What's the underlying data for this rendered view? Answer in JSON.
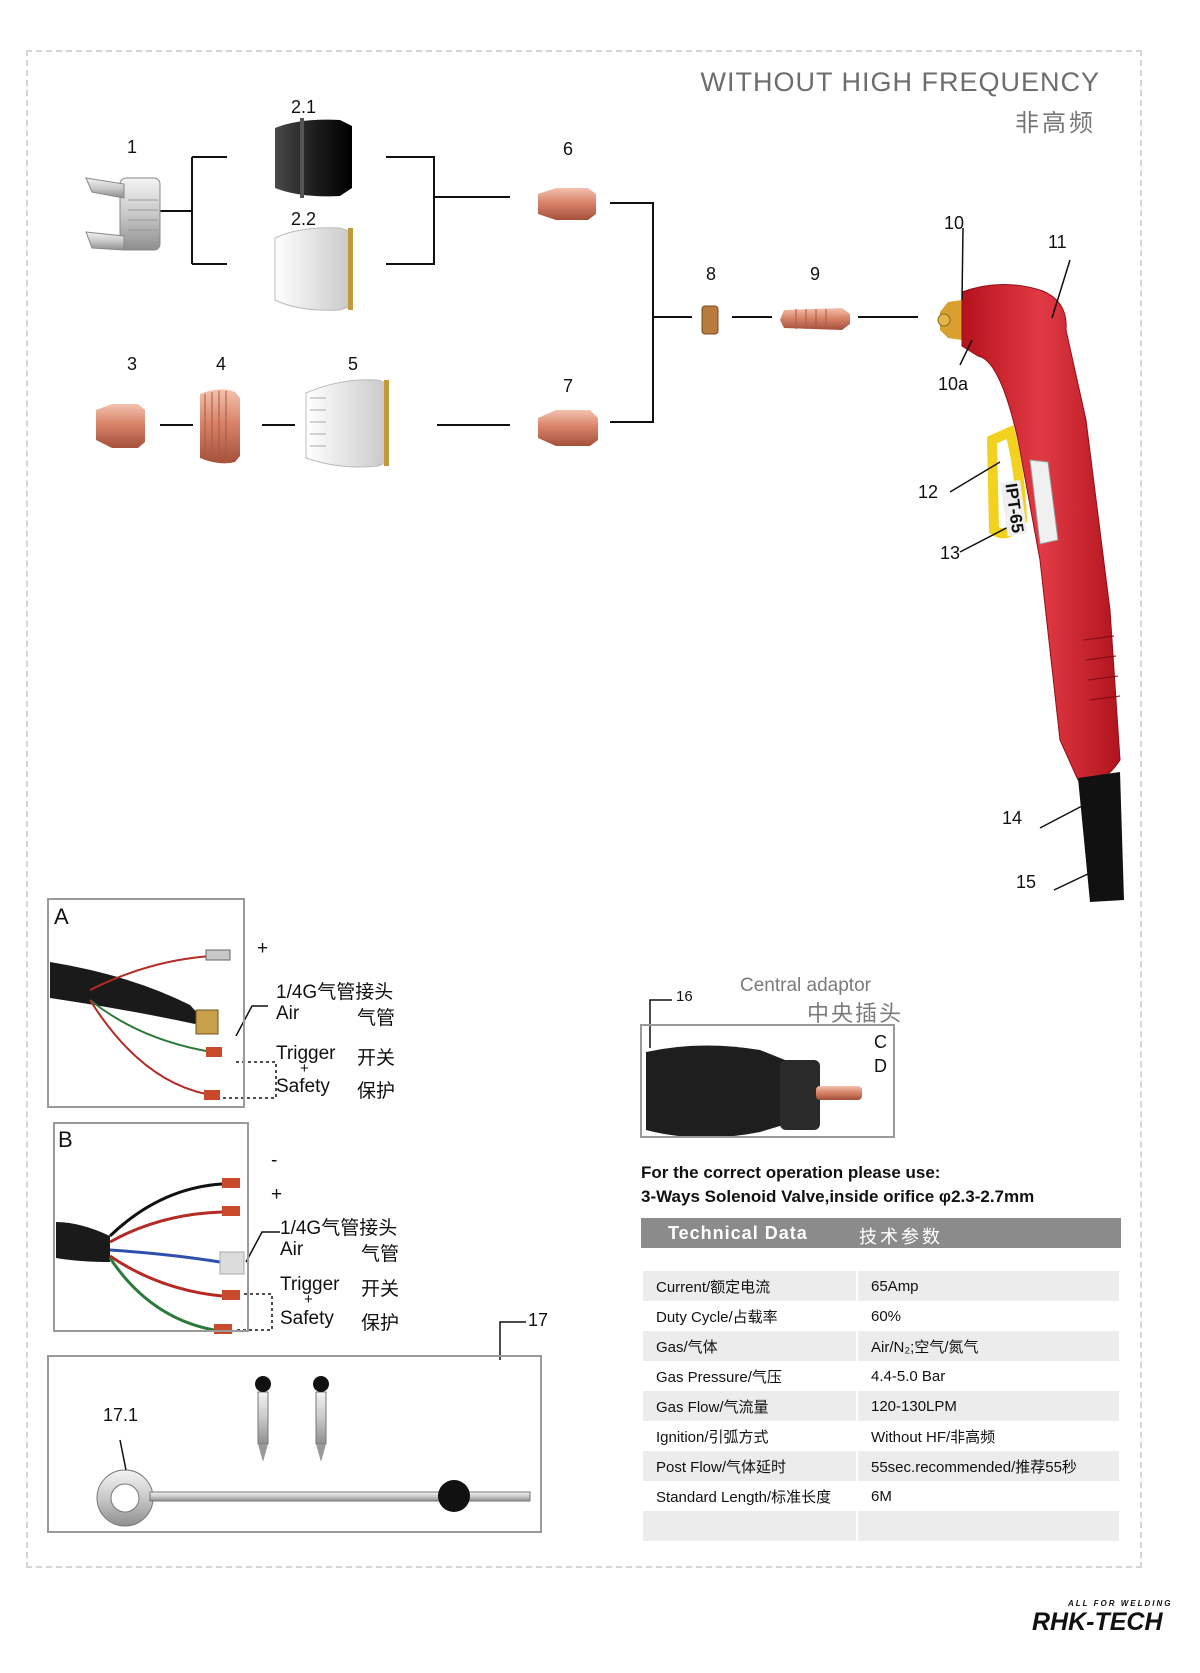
{
  "header": {
    "title": "WITHOUT HIGH FREQUENCY",
    "title_cn": "非高频"
  },
  "parts": {
    "p1": "1",
    "p2_1": "2.1",
    "p2_2": "2.2",
    "p3": "3",
    "p4": "4",
    "p5": "5",
    "p6": "6",
    "p7": "7",
    "p8": "8",
    "p9": "9",
    "p10": "10",
    "p10a": "10a",
    "p11": "11",
    "p12": "12",
    "p13": "13",
    "p14": "14",
    "p15": "15",
    "p16": "16",
    "p17": "17",
    "p17_1": "17.1"
  },
  "torch_label": "IPT-65",
  "wiring_a": {
    "label": "A",
    "plus": "+",
    "air_fitting": "1/4G气管接头",
    "air": "Air",
    "air_cn": "气管",
    "trigger": "Trigger",
    "trigger_cn": "开关",
    "joiner": "+",
    "safety": "Safety",
    "safety_cn": "保护"
  },
  "wiring_b": {
    "label": "B",
    "minus": "-",
    "plus": "+",
    "air_fitting": "1/4G气管接头",
    "air": "Air",
    "air_cn": "气管",
    "trigger": "Trigger",
    "trigger_cn": "开关",
    "joiner": "+",
    "safety": "Safety",
    "safety_cn": "保护"
  },
  "adaptor": {
    "title": "Central adaptor",
    "title_cn": "中央插头",
    "c": "C",
    "d": "D"
  },
  "notes": {
    "line1": "For the correct operation please use:",
    "line2": "3-Ways Solenoid Valve,inside orifice φ2.3-2.7mm"
  },
  "technical": {
    "title": "Technical  Data",
    "title_cn": "技术参数",
    "rows": [
      {
        "k": "Current/额定电流",
        "v": "65Amp"
      },
      {
        "k": "Duty Cycle/占载率",
        "v": "60%"
      },
      {
        "k": "Gas/气体",
        "v": "Air/N₂;空气/氮气"
      },
      {
        "k": "Gas Pressure/气压",
        "v": "4.4-5.0 Bar"
      },
      {
        "k": "Gas Flow/气流量",
        "v": "120-130LPM"
      },
      {
        "k": "Ignition/引弧方式",
        "v": "Without HF/非高频"
      },
      {
        "k": "Post Flow/气体延时",
        "v": "55sec.recommended/推荐55秒"
      },
      {
        "k": "Standard Length/标准长度",
        "v": "6M"
      },
      {
        "k": "",
        "v": ""
      }
    ]
  },
  "brand": {
    "tagline": "ALL FOR WELDING",
    "name": "RHK-TECH"
  },
  "colors": {
    "copper": "#d9846a",
    "torch_red": "#d42631",
    "trigger_yellow": "#f2d21e",
    "header_gray": "#8b8b8b"
  }
}
